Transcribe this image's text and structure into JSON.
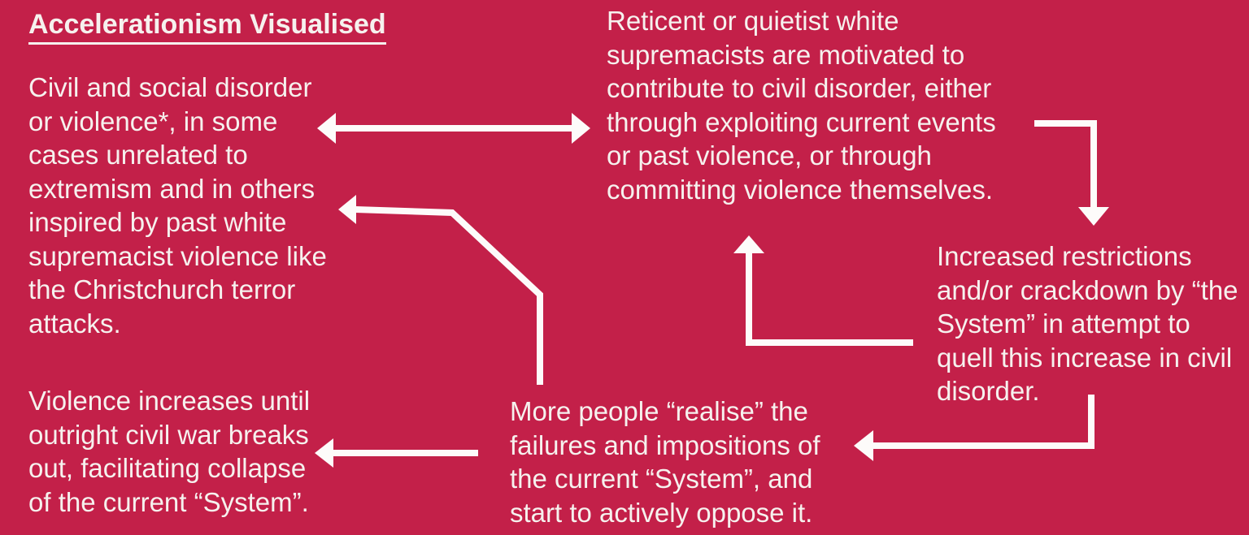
{
  "colors": {
    "background": "#C32049",
    "text": "#F6F1EE",
    "arrow": "#FDFBFA"
  },
  "title": "Accelerationism Visualised",
  "blocks": {
    "civil_disorder": {
      "text": "Civil and social disorder\nor violence*, in some\ncases unrelated to\nextremism and in others\ninspired by past white\nsupremacist violence like\nthe Christchurch terror\nattacks."
    },
    "reticent_supremacists": {
      "text": "Reticent or quietist white\nsupremacists are motivated to\ncontribute to civil disorder, either\nthrough exploiting current events\nor past violence, or through\ncommitting violence themselves."
    },
    "increased_restrictions": {
      "text": "Increased restrictions\nand/or crackdown by “the\nSystem” in attempt to\nquell this increase in civil\ndisorder."
    },
    "more_people_realise": {
      "text": "More people “realise” the\nfailures and impositions of\nthe current “System”, and\nstart to actively oppose it."
    },
    "violence_increases": {
      "text": "Violence increases until\noutright civil war breaks\nout, facilitating collapse\nof the current “System”."
    }
  },
  "arrows": [
    {
      "id": "disorder-reticent",
      "type": "bidirectional",
      "from": "civil_disorder",
      "to": "reticent_supremacists"
    },
    {
      "id": "reticent-restrictions",
      "type": "directed",
      "from": "reticent_supremacists",
      "to": "increased_restrictions"
    },
    {
      "id": "restrictions-reticent",
      "type": "directed",
      "from": "increased_restrictions",
      "to": "reticent_supremacists"
    },
    {
      "id": "restrictions-morepeople",
      "type": "directed",
      "from": "increased_restrictions",
      "to": "more_people_realise"
    },
    {
      "id": "morepeople-disorder",
      "type": "directed",
      "from": "more_people_realise",
      "to": "civil_disorder"
    },
    {
      "id": "morepeople-violence",
      "type": "directed",
      "from": "more_people_realise",
      "to": "violence_increases"
    }
  ]
}
